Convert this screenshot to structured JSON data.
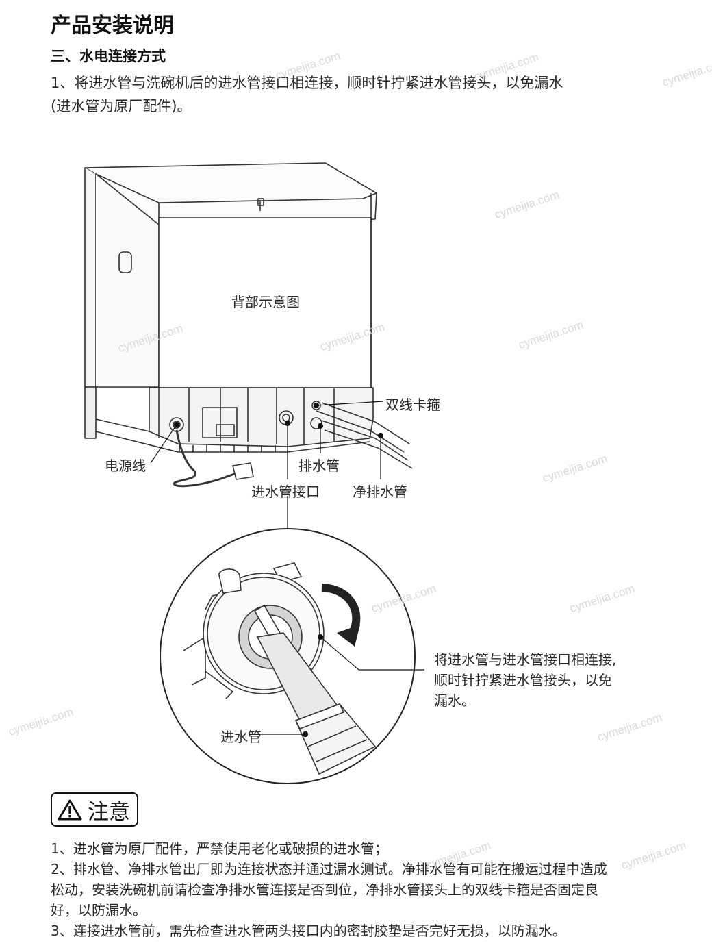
{
  "page_title": "产品安装说明",
  "section_heading": "三、水电连接方式",
  "step1": {
    "line1": "1、将进水管与洗碗机后的进水管接口相连接，顺时针拧紧进水管接头，以免漏水",
    "line2": "(进水管为原厂配件)。"
  },
  "diagram": {
    "back_view_label": "背部示意图",
    "labels": {
      "double_wire_clamp": "双线卡箍",
      "power_cord": "电源线",
      "drain_hose": "排水管",
      "inlet_connector": "进水管接口",
      "clean_drain_hose": "净排水管",
      "inlet_hose": "进水管"
    },
    "detail_callout": {
      "line1": "将进水管与进水管接口相连接,",
      "line2": "顺时针拧紧进水管接头，以免",
      "line3": "漏水。"
    }
  },
  "caution": {
    "title": "注意",
    "icon": "warning-triangle-icon",
    "notes": [
      "1、进水管为原厂配件，严禁使用老化或破损的进水管；",
      "2、排水管、净排水管出厂即为连接状态并通过漏水测试。净排水管有可能在搬运过程中造成",
      "松动，安装洗碗机前请检查净排水管连接是否到位，净排水管接头上的双线卡箍是否固定良",
      "好，以防漏水。",
      "3、连接进水管前，需先检查进水管两头接口内的密封胶垫是否完好无损，以防漏水。"
    ]
  },
  "watermark": "cymeijia.com"
}
